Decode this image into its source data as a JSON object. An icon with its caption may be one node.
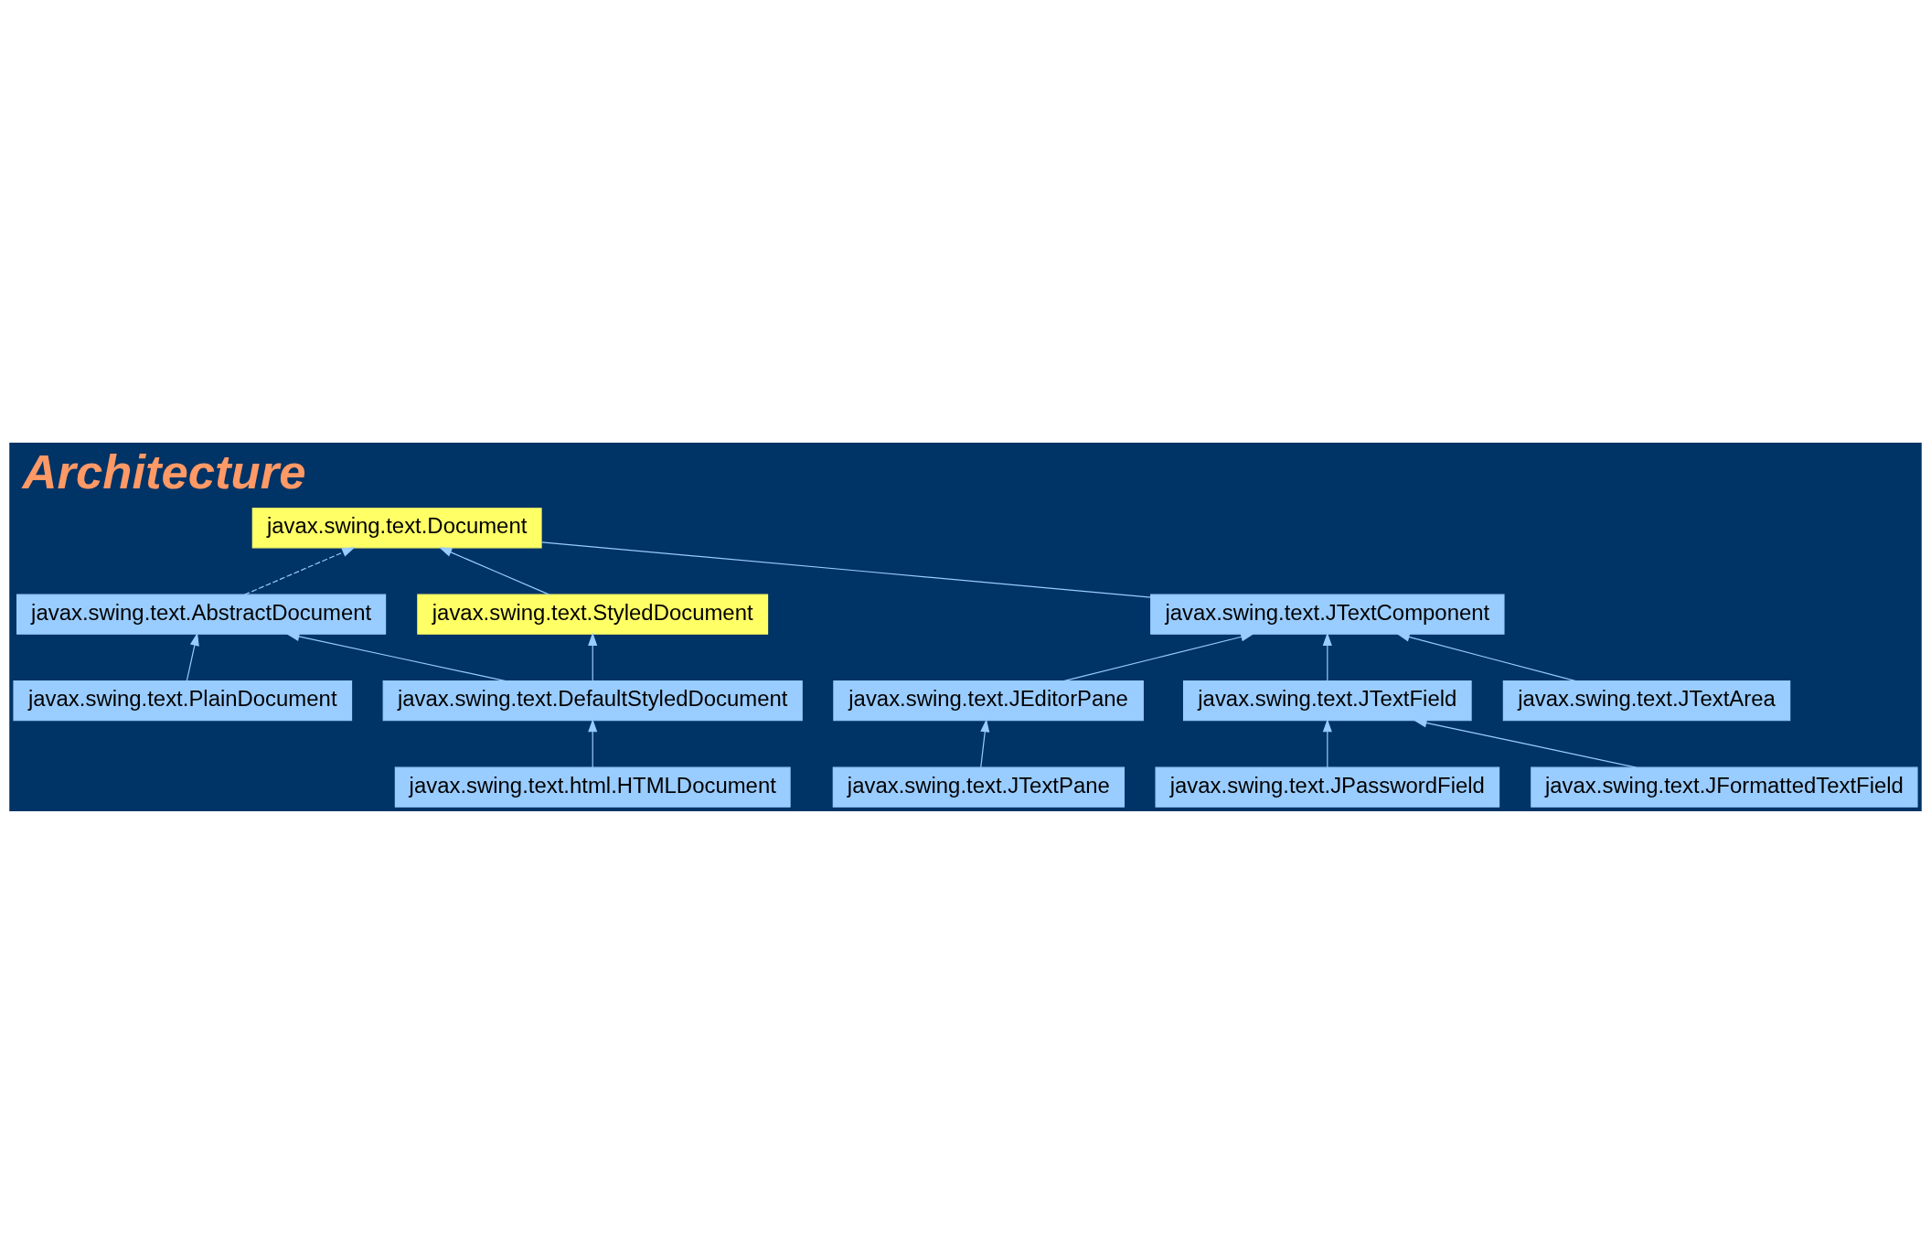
{
  "diagram": {
    "title": "Architecture",
    "nodes": [
      {
        "text": [
          "javax.swing.text.JTextComponent"
        ]
      },
      {
        "text": [
          "javax.swing.text.Document"
        ]
      },
      {
        "text": [
          "javax.swing.text.JEditorPane"
        ]
      },
      {
        "text": [
          "javax.swing.text.JTextPane"
        ]
      },
      {
        "text": [
          "javax.swing.text.JTextField"
        ]
      },
      {
        "text": [
          "javax.swing.text.JTextArea"
        ]
      },
      {
        "text": [
          "javax.swing.text.StyledDocument"
        ]
      },
      {
        "text": [
          "javax.swing.text.AbstractDocument"
        ]
      },
      {
        "text": [
          "javax.swing.text.JPasswordField"
        ]
      },
      {
        "text": [
          "javax.swing.text.DefaultStyledDocument"
        ]
      },
      {
        "text": [
          "javax.swing.text.JFormattedTextField"
        ]
      },
      {
        "text": [
          "javax.swing.text.PlainDocument"
        ]
      },
      {
        "text": [
          "javax.swing.text.html.HTMLDocument"
        ]
      }
    ],
    "edges": [
      {
        "from": 0,
        "to": 1,
        "arrow": "none"
      },
      {
        "from": 2,
        "to": 0,
        "arrow": "to"
      },
      {
        "from": 3,
        "to": 2,
        "arrow": "to"
      },
      {
        "from": 4,
        "to": 0,
        "arrow": "to"
      },
      {
        "from": 5,
        "to": 0,
        "arrow": "to"
      },
      {
        "from": 8,
        "to": 4,
        "arrow": "to"
      },
      {
        "from": 10,
        "to": 4,
        "arrow": "to"
      },
      {
        "from": 6,
        "to": 1,
        "arrow": "to"
      },
      {
        "from": 7,
        "to": 1,
        "arrow": "to",
        "style": "dashed"
      },
      {
        "from": 11,
        "to": 7,
        "arrow": "to"
      },
      {
        "from": 9,
        "to": 7,
        "arrow": "to"
      },
      {
        "from": 9,
        "to": 6,
        "arrow": "to"
      },
      {
        "from": 12,
        "to": 9,
        "arrow": "to"
      }
    ]
  }
}
